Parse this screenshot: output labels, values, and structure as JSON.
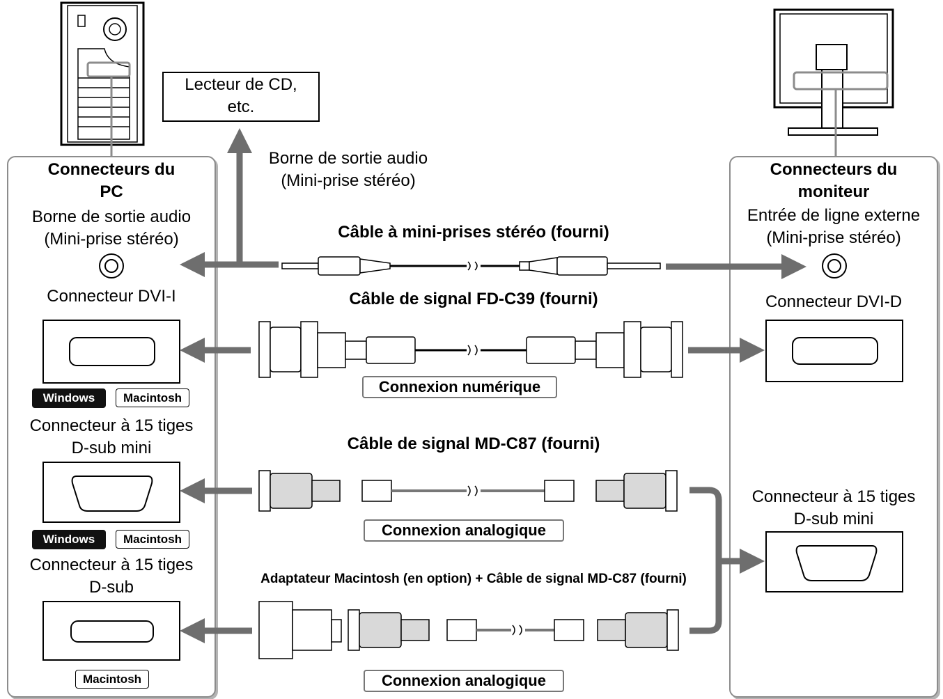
{
  "cd_box": {
    "line1": "Lecteur de CD,",
    "line2": "etc."
  },
  "pc_panel": {
    "title_line1": "Connecteurs du",
    "title_line2": "PC",
    "audio_line1": "Borne de sortie audio",
    "audio_line2": "(Mini-prise stéréo)",
    "dvi_label": "Connecteur DVI-I",
    "vga_line1": "Connecteur à 15 tiges",
    "vga_line2": "D-sub mini",
    "dsub_line1": "Connecteur à 15 tiges",
    "dsub_line2": "D-sub",
    "badge_windows": "Windows",
    "badge_mac": "Macintosh"
  },
  "monitor_panel": {
    "title_line1": "Connecteurs du",
    "title_line2": "moniteur",
    "line_in_line1": "Entrée de ligne externe",
    "line_in_line2": "(Mini-prise stéréo)",
    "dvi_label": "Connecteur DVI-D",
    "vga_line1": "Connecteur à 15 tiges",
    "vga_line2": "D-sub mini"
  },
  "audio_out": {
    "line1": "Borne de sortie audio",
    "line2": "(Mini-prise stéréo)"
  },
  "cables": {
    "stereo": "Câble à mini-prises stéréo (fourni)",
    "fd_c39": "Câble de signal FD-C39 (fourni)",
    "md_c87": "Câble de signal MD-C87 (fourni)",
    "mac_adapter": "Adaptateur Macintosh (en option) + Câble de signal MD-C87 (fourni)"
  },
  "connections": {
    "digital": "Connexion numérique",
    "analog1": "Connexion analogique",
    "analog2": "Connexion analogique"
  },
  "colors": {
    "arrow": "#6e6e6e",
    "panel_border": "#8c8c8c",
    "connector_fill": "#d9d9d9"
  }
}
